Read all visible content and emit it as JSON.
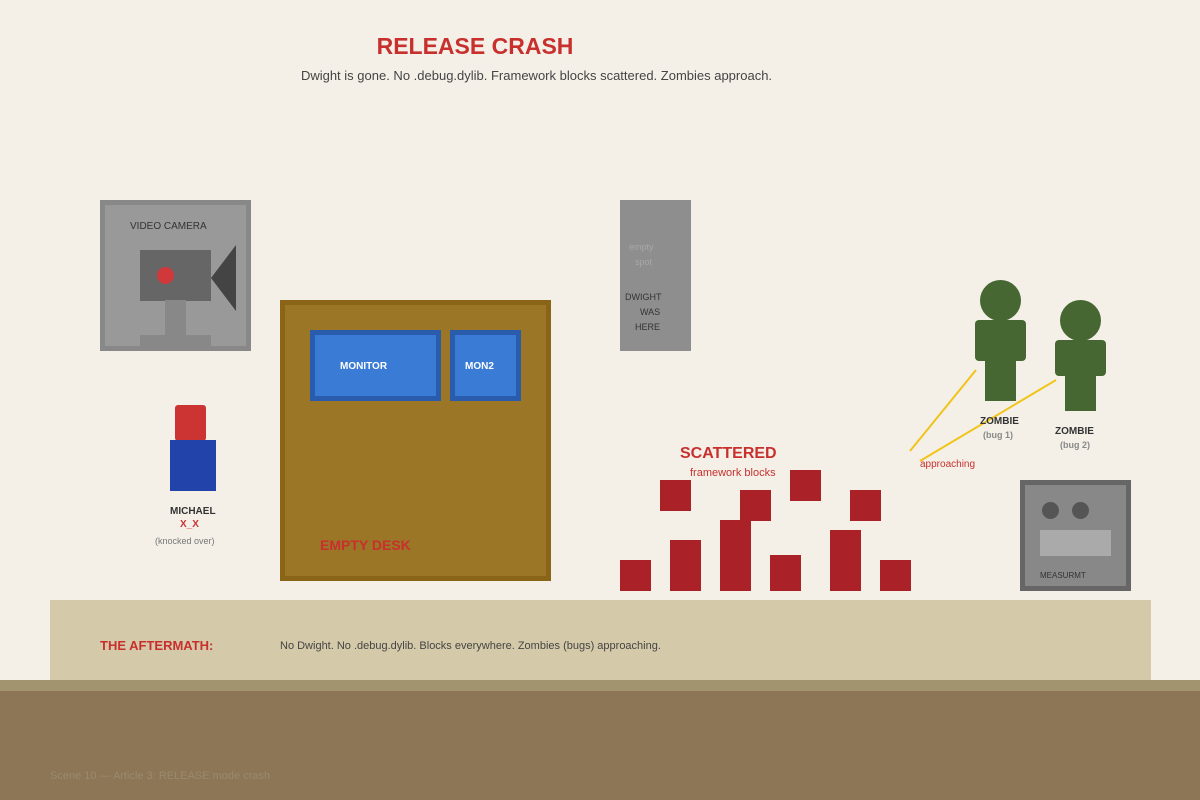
{
  "scene": {
    "title": "RELEASE CRASH",
    "subtitle": "Dwight is gone. No .debug.dylib. Framework blocks scattered. Zombies approach."
  },
  "camera": {
    "label": "VIDEO CAMERA",
    "icon": "video-camera-icon"
  },
  "michael": {
    "name": "MICHAEL",
    "eyes": "X_X",
    "note": "(knocked over)"
  },
  "desk": {
    "monitor_label": "MONITOR",
    "monitor2_label": "MON2",
    "label": "EMPTY DESK"
  },
  "dwight_spot": {
    "empty_line1": "empty",
    "empty_line2": "spot",
    "line1": "DWIGHT",
    "line2": "WAS",
    "line3": "HERE"
  },
  "scattered": {
    "title": "SCATTERED",
    "subtitle": "framework blocks",
    "block_count": 10
  },
  "zombies": [
    {
      "name": "ZOMBIE",
      "bug": "(bug 1)"
    },
    {
      "name": "ZOMBIE",
      "bug": "(bug 2)"
    }
  ],
  "approaching_label": "approaching",
  "measurement": {
    "label": "MEASURMT"
  },
  "aftermath": {
    "label": "THE AFTERMATH:",
    "text": "No Dwight. No .debug.dylib. Blocks everywhere. Zombies (bugs) approaching."
  },
  "footer": "Scene 10 — Article 3: RELEASE mode crash",
  "colors": {
    "accent": "#c8302e",
    "block": "#aa2227",
    "zombie": "#466632",
    "desk": "#9b7626",
    "monitor": "#3a7bd5",
    "approach_line": "#f0c419"
  }
}
